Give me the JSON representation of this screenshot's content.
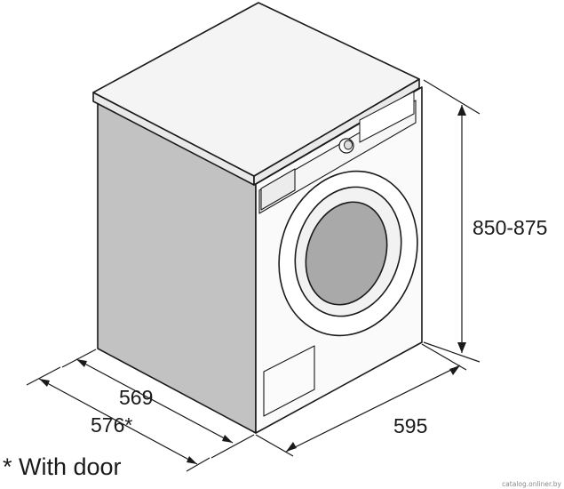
{
  "dimensions": {
    "height": "850-875",
    "width": "595",
    "depth": "569",
    "depth_with_door": "576*"
  },
  "footnote": "* With door",
  "watermark": "catalog.onliner.by",
  "colors": {
    "outline": "#1a1a1a",
    "top": "#f4f4f4",
    "side": "#c2c2c2",
    "front": "#fafafa",
    "glass": "#a9a9a9"
  }
}
